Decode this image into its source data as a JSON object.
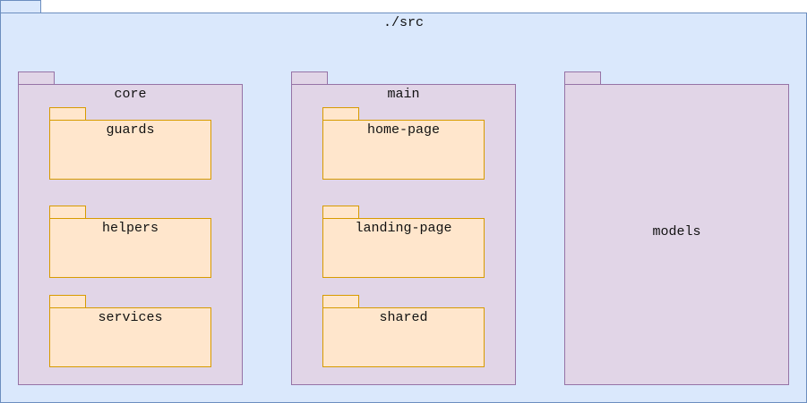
{
  "diagram": {
    "root": {
      "label": "./src"
    },
    "packages": {
      "core": {
        "label": "core",
        "children": [
          {
            "label": "guards"
          },
          {
            "label": "helpers"
          },
          {
            "label": "services"
          }
        ]
      },
      "main": {
        "label": "main",
        "children": [
          {
            "label": "home-page"
          },
          {
            "label": "landing-page"
          },
          {
            "label": "shared"
          }
        ]
      },
      "models": {
        "label": "models"
      }
    }
  },
  "colors": {
    "root_fill": "#dae8fc",
    "root_stroke": "#6c8ebf",
    "package_fill": "#e1d5e7",
    "package_stroke": "#9673a6",
    "subpackage_fill": "#ffe6cc",
    "subpackage_stroke": "#d79b00"
  }
}
